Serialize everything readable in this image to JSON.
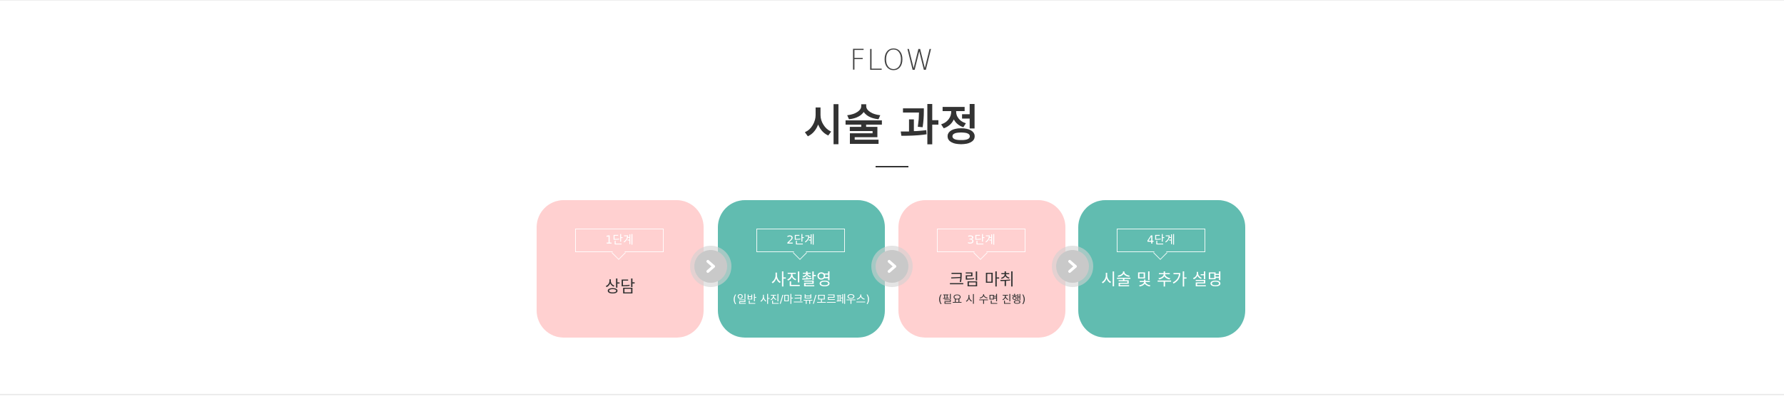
{
  "header": {
    "eyebrow": "FLOW",
    "title": "시술 과정"
  },
  "steps": [
    {
      "badge": "1단계",
      "title": "상담",
      "subtitle": "",
      "theme": "pink"
    },
    {
      "badge": "2단계",
      "title": "사진촬영",
      "subtitle": "(일반 사진/마크뷰/모르페우스)",
      "theme": "teal"
    },
    {
      "badge": "3단계",
      "title": "크림 마취",
      "subtitle": "(필요 시 수면 진행)",
      "theme": "pink"
    },
    {
      "badge": "4단계",
      "title": "시술 및 추가 설명",
      "subtitle": "",
      "theme": "teal"
    }
  ],
  "colors": {
    "pink": "#ffd0d0",
    "teal": "#61bcb0",
    "arrow": "#c9c9c9",
    "text": "#333333"
  },
  "icons": {
    "arrow": "chevron-right-icon"
  }
}
